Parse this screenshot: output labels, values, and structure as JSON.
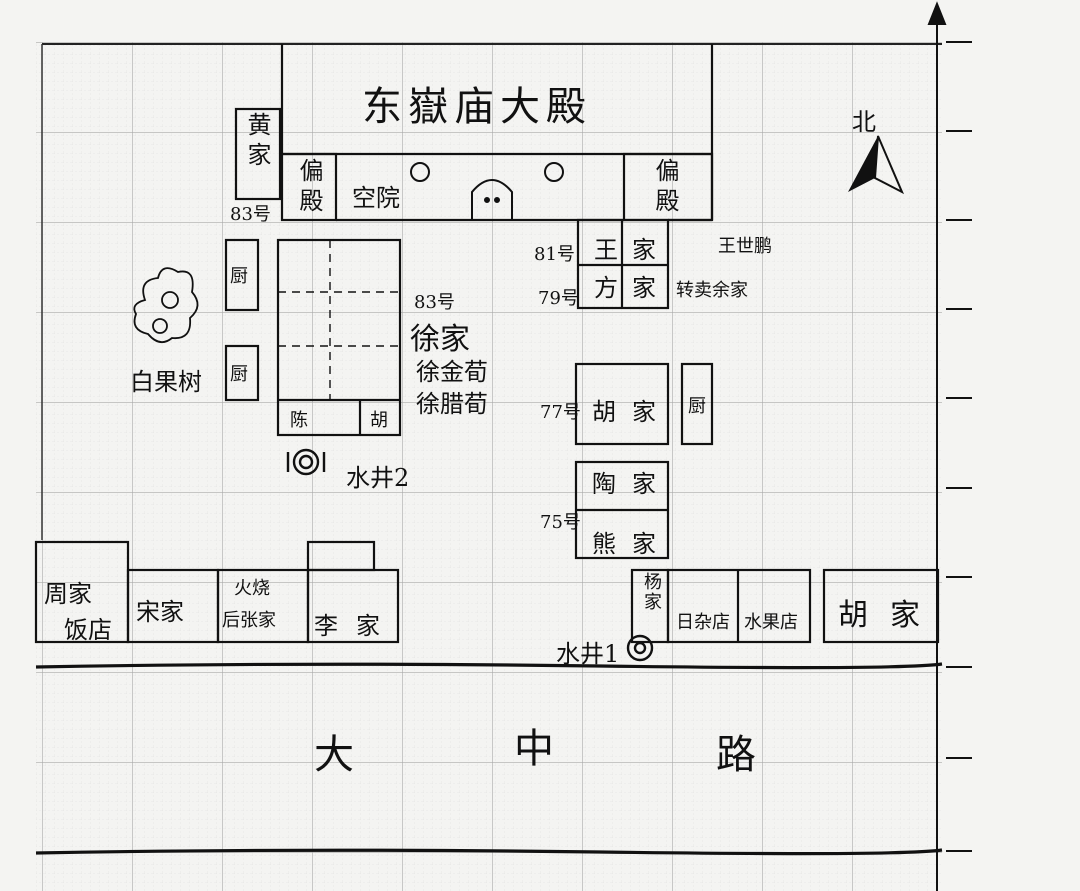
{
  "map": {
    "main_hall": "东嶽庙大殿",
    "huang_family": "黄家",
    "side_hall_left": "偏殿",
    "side_hall_right": "偏殿",
    "courtyard": "空院",
    "no_83_left": "83号",
    "kitchen_top": "厨",
    "kitchen_bottom": "厨",
    "ginkgo_tree": "白果树",
    "no_83": "83号",
    "xu_family": "徐家",
    "xu_jinxun": "徐金荀",
    "xu_laxun": "徐腊荀",
    "chen_cell": "陈",
    "hu_cell": "胡",
    "well_2": "水井2",
    "no_81": "81号",
    "wang_family": "王家",
    "wang_shipeng": "王世鹏",
    "no_79": "79号",
    "fang_family": "方家",
    "after_note": "转卖余家",
    "no_77": "77号",
    "hu_family_mid": "胡家",
    "kitchen_right": "厨",
    "no_75": "75号",
    "tao_family": "陶家",
    "xiong_family": "熊家",
    "zhou_family": "周家",
    "restaurant": "饭店",
    "song_family": "宋家",
    "huoshao": "火烧",
    "houzhang_family": "后张家",
    "li_family": "李家",
    "yang_family": "杨家",
    "grocery": "日杂店",
    "fruit_shop": "水果店",
    "hu_family_right": "胡家",
    "well_1": "水井1",
    "road_chars": [
      "大",
      "中",
      "路"
    ],
    "north": "北"
  },
  "colors": {
    "ink": "#111111",
    "grid": "#b8b8b8",
    "grid_fine": "#dcdcdc",
    "paper": "#f4f4f2"
  }
}
